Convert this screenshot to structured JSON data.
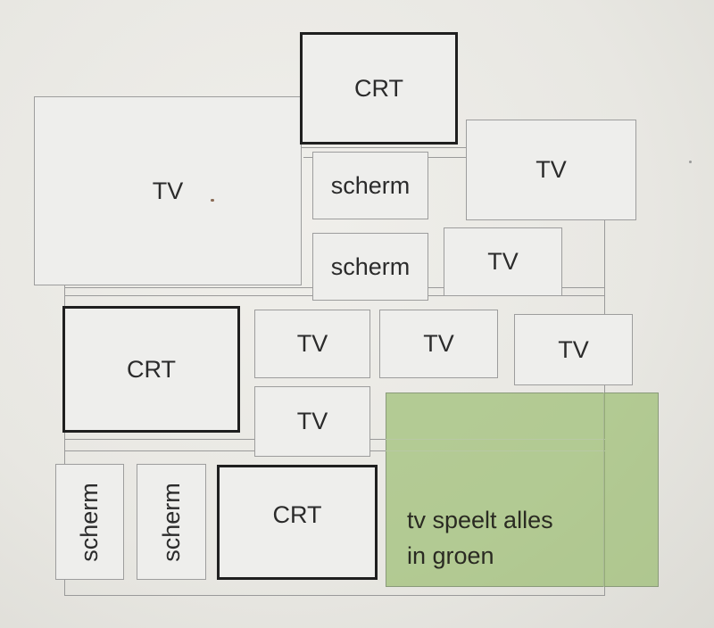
{
  "labels": {
    "tv": "TV",
    "crt": "CRT",
    "scherm": "scherm"
  },
  "note": {
    "line1": "tv speelt alles",
    "line2": "in groen"
  },
  "colors": {
    "highlight": "#92b862",
    "crt_border": "#1f1f1f",
    "box_border": "#9d9d9d"
  }
}
